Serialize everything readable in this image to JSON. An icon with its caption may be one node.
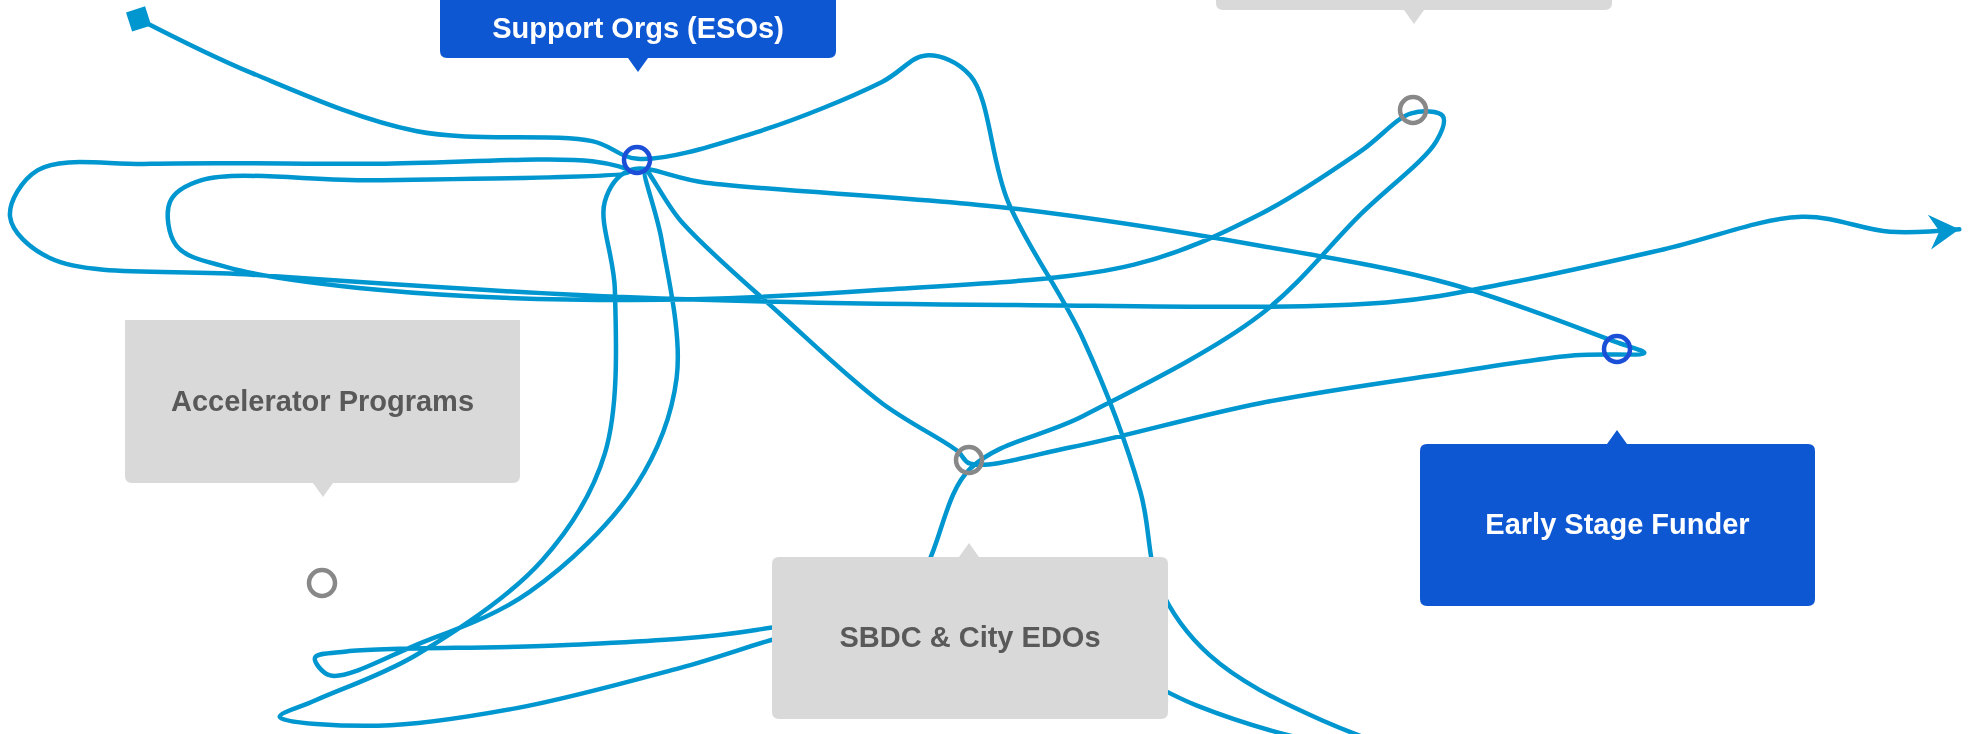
{
  "diagram": {
    "nodes": [
      {
        "text": [
          "Support Orgs (ESOs)"
        ]
      },
      {
        "text": [],
        "shape": "box"
      },
      {
        "text": [],
        "shape": "circle"
      },
      {
        "text": [],
        "shape": "circle"
      },
      {
        "text": [
          "Accelerator Programs"
        ]
      },
      {
        "text": [],
        "shape": "circle"
      },
      {
        "text": [
          "Early Stage Funder"
        ]
      },
      {
        "text": [],
        "shape": "circle"
      },
      {
        "text": [
          "SBDC & City EDOs"
        ]
      },
      {
        "text": [],
        "shape": "circle"
      }
    ]
  }
}
